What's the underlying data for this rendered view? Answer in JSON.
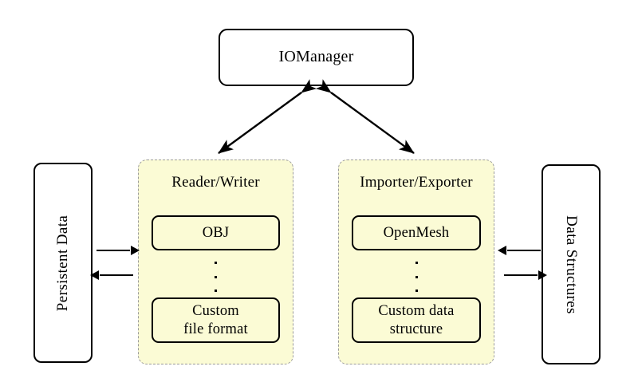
{
  "diagram": {
    "title_node": {
      "label": "IOManager"
    },
    "left_store": {
      "label": "Persistent Data"
    },
    "right_store": {
      "label": "Data Structures"
    },
    "groups": [
      {
        "title": "Reader/Writer",
        "top_item": "OBJ",
        "ellipsis": "⋮",
        "bottom_item": "Custom\nfile format"
      },
      {
        "title": "Importer/Exporter",
        "top_item": "OpenMesh",
        "ellipsis": "⋮",
        "bottom_item": "Custom data\nstructure"
      }
    ],
    "connections": [
      {
        "name": "iomanager-to-readerwriter",
        "kind": "bidirectional-diagonal"
      },
      {
        "name": "iomanager-to-importerexporter",
        "kind": "bidirectional-diagonal"
      },
      {
        "name": "persistent-data-to-readerwriter",
        "kind": "arrow-right"
      },
      {
        "name": "readerwriter-to-persistent-data",
        "kind": "arrow-left"
      },
      {
        "name": "data-structures-to-importerexporter",
        "kind": "arrow-left"
      },
      {
        "name": "importerexporter-to-data-structures",
        "kind": "arrow-right"
      }
    ],
    "colors": {
      "group_fill": "#fbfbd5",
      "group_border": "#9b9b9b",
      "node_border": "#000000",
      "page_background": "#ffffff"
    }
  }
}
